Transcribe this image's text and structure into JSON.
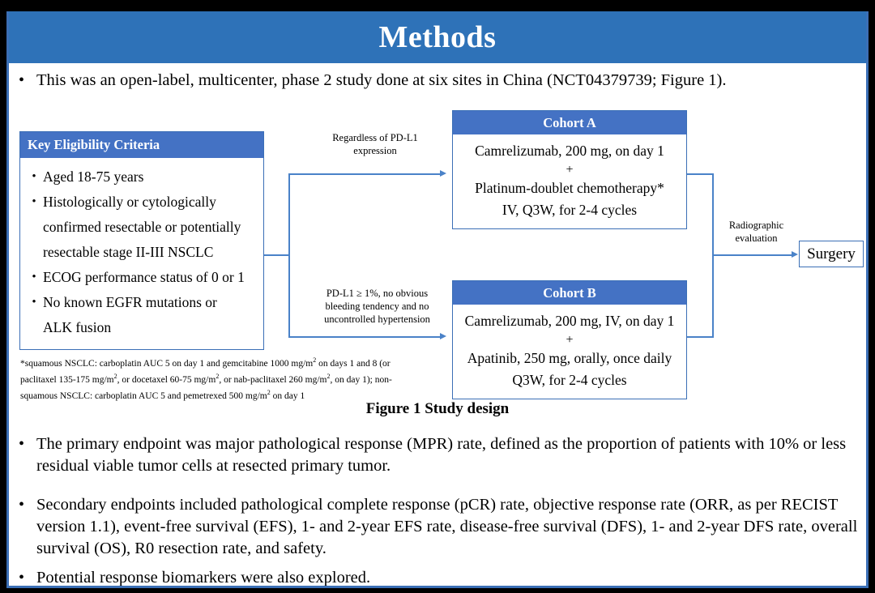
{
  "slide": {
    "title": "Methods",
    "title_bar_color": "#2E72B8",
    "box_header_color": "#4472C4",
    "connector_color": "#4a82c8"
  },
  "intro_bullet": {
    "dot": "•",
    "text": "This was an open-label, multicenter, phase 2 study done at six sites in China (NCT04379739; Figure 1)."
  },
  "diagram": {
    "eligibility": {
      "header": "Key  Eligibility Criteria",
      "items": [
        {
          "dot": "•",
          "label": "Aged 18-75 years"
        },
        {
          "dot": "•",
          "label": "Histologically or cytologically"
        },
        {
          "dot": "",
          "label": "confirmed resectable or potentially"
        },
        {
          "dot": "",
          "label": "resectable stage II-III  NSCLC"
        },
        {
          "dot": "•",
          "label": "ECOG performance status of 0 or 1"
        },
        {
          "dot": "•",
          "label": "No known EGFR mutations or"
        },
        {
          "dot": "",
          "label": "ALK fusion"
        }
      ]
    },
    "footnote_lines": [
      "*squamous NSCLC: carboplatin AUC 5 on day 1 and gemcitabine 1000 mg/m2 on days 1 and 8 (or",
      "paclitaxel 135-175 mg/m2, or docetaxel 60-75 mg/m2, or nab-paclitaxel 260 mg/m2, on day 1); non-",
      "squamous NSCLC: carboplatin AUC 5 and pemetrexed 500 mg/m2 on day 1"
    ],
    "cohort_a": {
      "header": "Cohort A",
      "line1": "Camrelizumab, 200 mg, on day 1",
      "plus": "+",
      "line2": "Platinum-doublet chemotherapy*",
      "line3": "IV, Q3W, for 2-4 cycles"
    },
    "cohort_b": {
      "header": "Cohort B",
      "line1": "Camrelizumab, 200 mg, IV, on day 1",
      "plus": "+",
      "line2": "Apatinib, 250 mg, orally, once daily",
      "line3": "Q3W, for 2-4 cycles"
    },
    "label_top": {
      "line1": "Regardless  of PD-L1",
      "line2": "expression"
    },
    "label_bottom": {
      "line1": "PD-L1 ≥ 1%, no obvious",
      "line2": "bleeding tendency  and no",
      "line3": "uncontrolled  hypertension"
    },
    "label_radiographic": {
      "line1": "Radiographic",
      "line2": "evaluation"
    },
    "surgery": "Surgery",
    "caption": "Figure 1 Study design"
  },
  "bullets": [
    {
      "dot": "•",
      "text": "The primary endpoint was major pathological response (MPR) rate, defined as the proportion of patients with 10% or less residual viable tumor cells at resected primary tumor."
    },
    {
      "dot": "•",
      "text": "Secondary endpoints included pathological complete response (pCR) rate, objective response rate (ORR, as per RECIST version 1.1), event-free survival (EFS), 1- and 2-year EFS rate, disease-free survival (DFS), 1- and 2-year DFS rate, overall survival (OS), R0 resection rate, and safety."
    },
    {
      "dot": "•",
      "text": "Potential response biomarkers were also explored."
    }
  ]
}
